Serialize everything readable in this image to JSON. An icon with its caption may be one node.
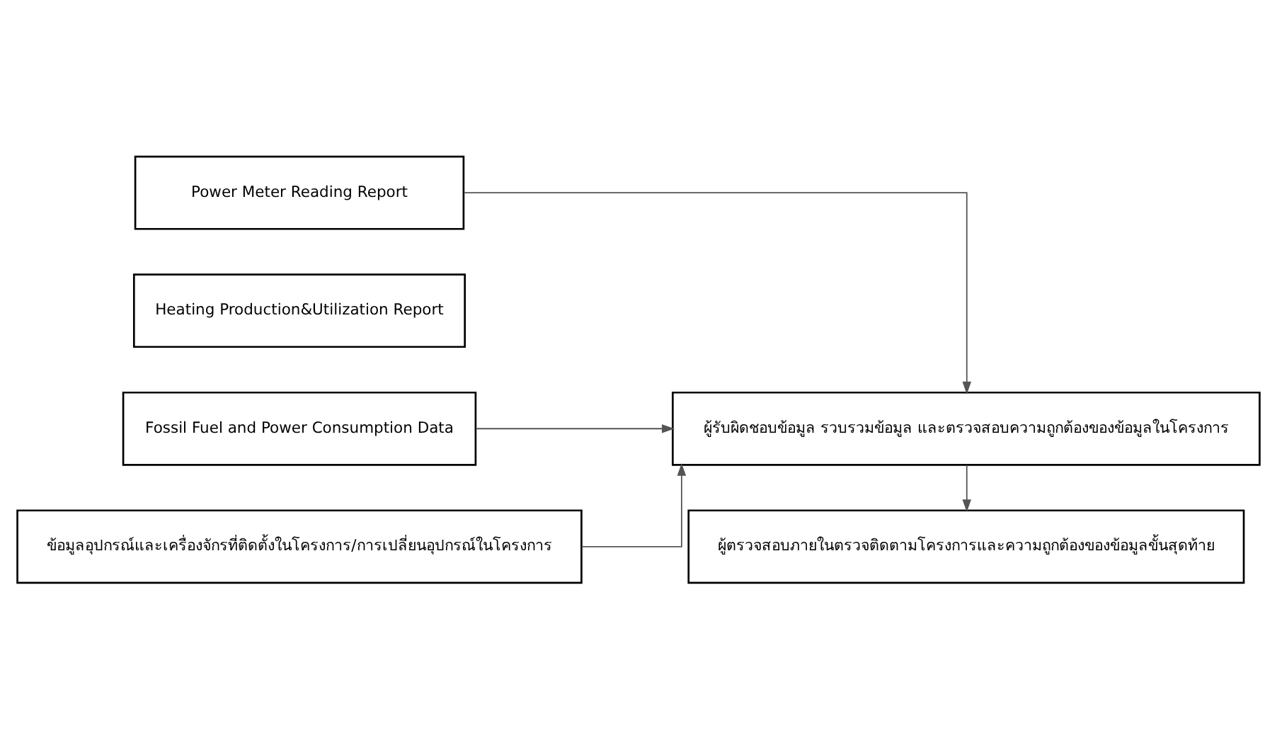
{
  "diagram": {
    "nodes": [
      {
        "text": [
          "Power Meter Reading Report"
        ]
      },
      {
        "text": [
          "Heating Production&Utilization Report"
        ]
      },
      {
        "text": [
          "Fossil Fuel and Power Consumption Data"
        ]
      },
      {
        "text": [
          "ข้อมูลอุปกรณ์และเครื่องจักรที่ติดตั้งในโครงการ/การเปลี่ยนอุปกรณ์ในโครงการ"
        ]
      },
      {
        "text": [
          "ผู้รับผิดชอบข้อมูล รวบรวมข้อมูล และตรวจสอบความถูกต้องของข้อมูลในโครงการ"
        ]
      },
      {
        "text": [
          "ผู้ตรวจสอบภายในตรวจติดตามโครงการและความถูกต้องของข้อมูลขั้นสุดท้าย"
        ]
      }
    ],
    "edges": [
      {
        "from": 0,
        "to": 4,
        "arrow": "to"
      },
      {
        "from": 2,
        "to": 4,
        "arrow": "to"
      },
      {
        "from": 3,
        "to": 4,
        "arrow": "to"
      },
      {
        "from": 4,
        "to": 5,
        "arrow": "to"
      }
    ]
  }
}
